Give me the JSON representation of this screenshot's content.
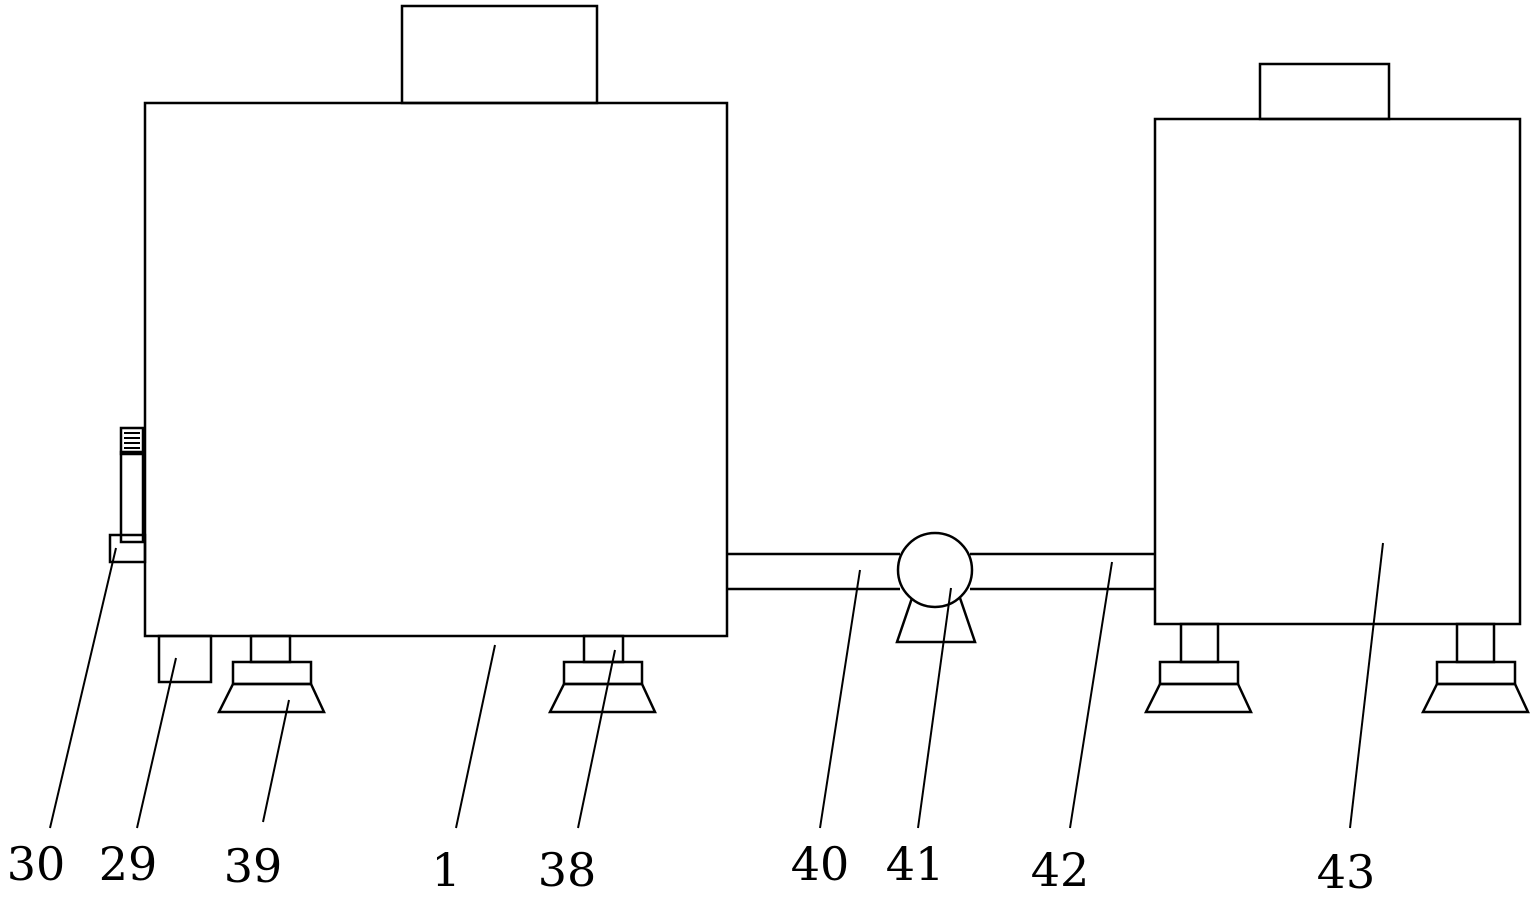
{
  "labels": {
    "l30": "30",
    "l29": "29",
    "l39": "39",
    "l1": "1",
    "l38": "38",
    "l40": "40",
    "l41": "41",
    "l42": "42",
    "l43": "43"
  }
}
